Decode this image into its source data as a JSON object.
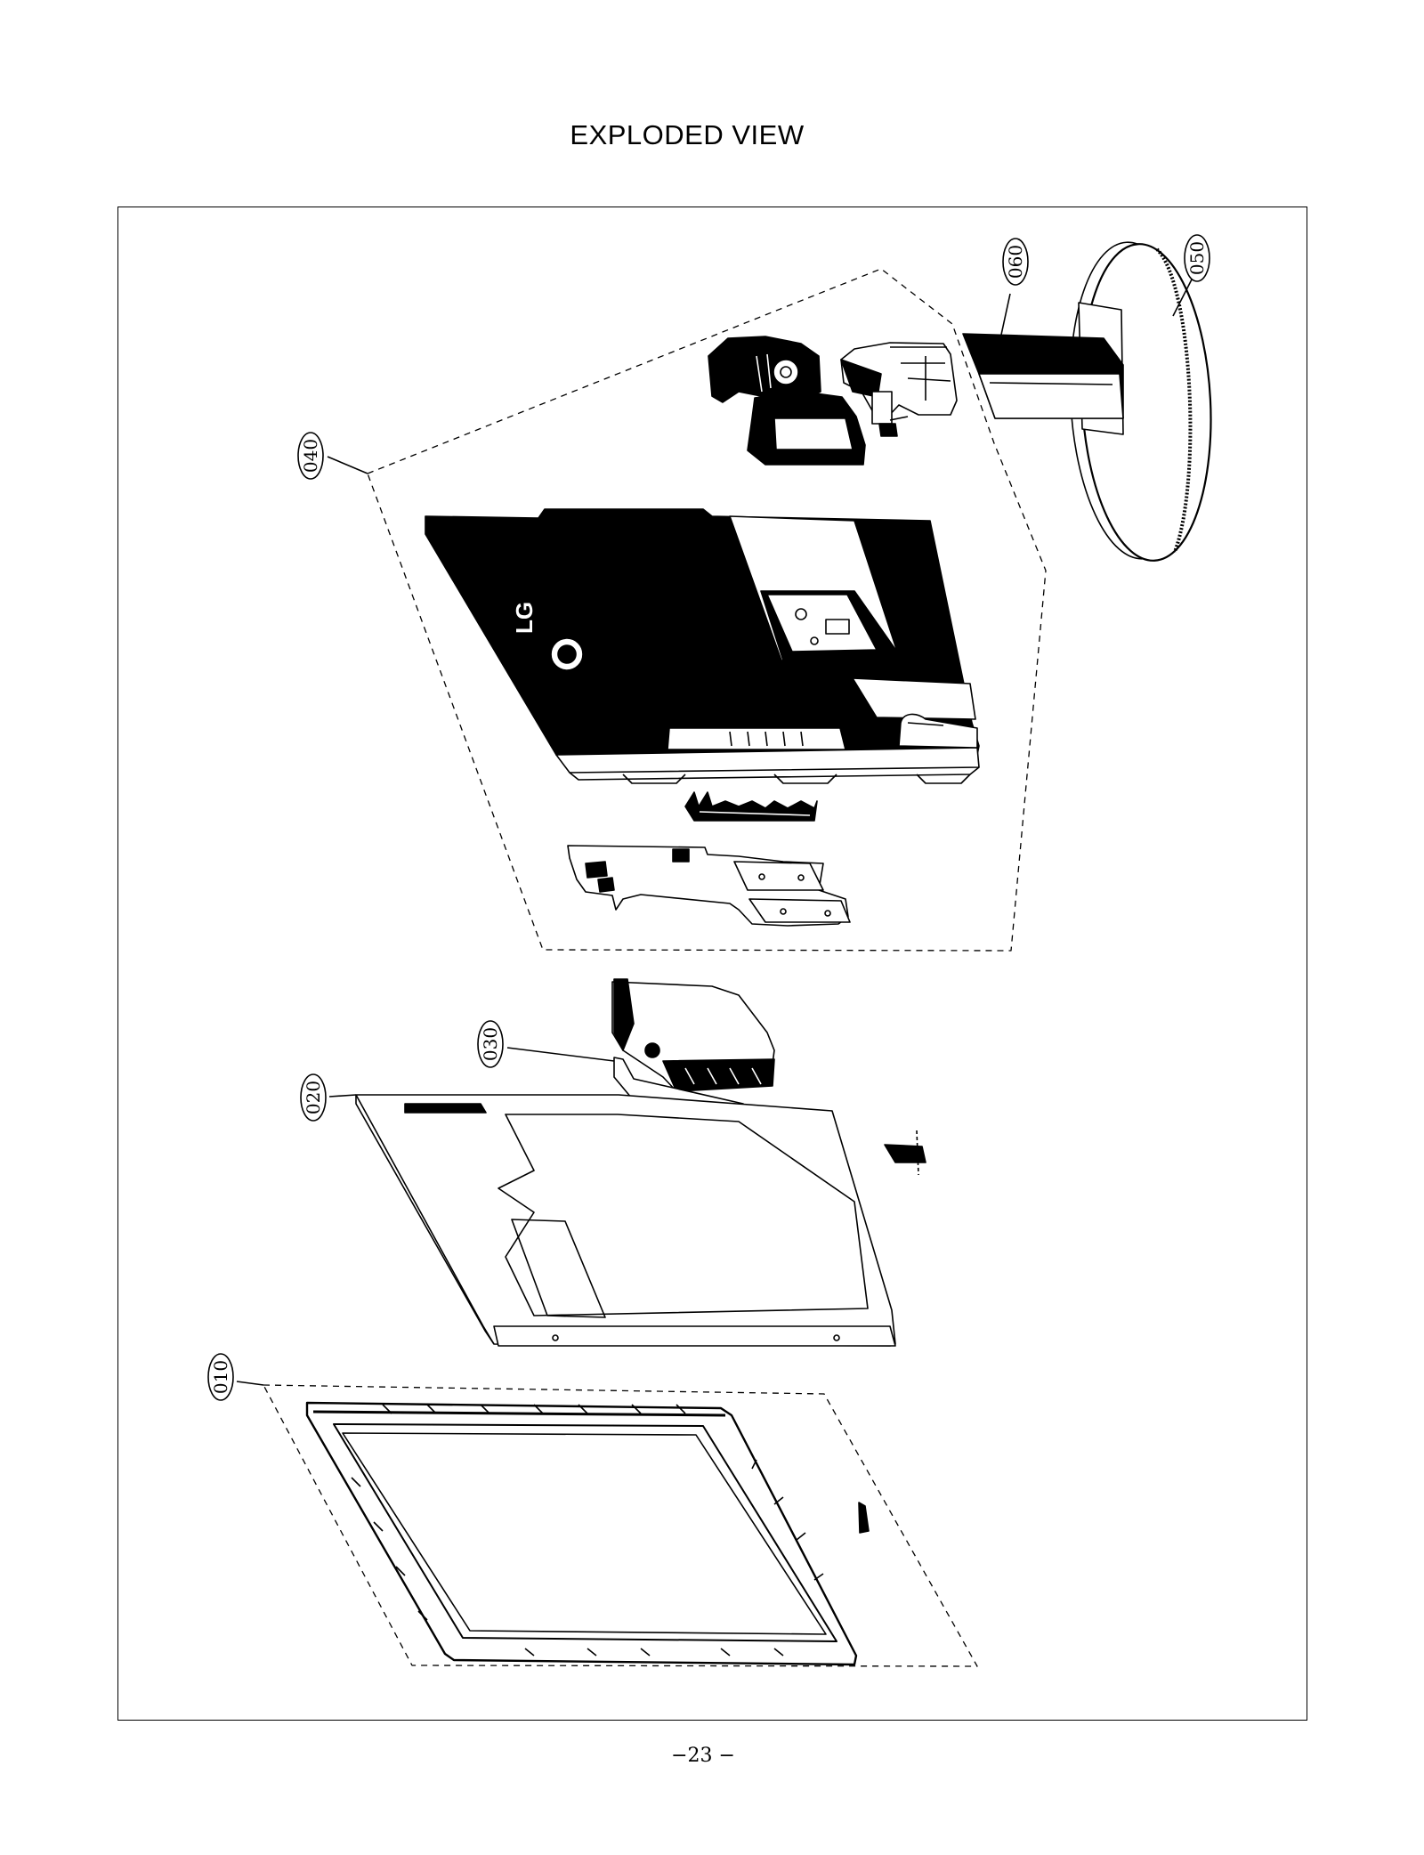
{
  "page": {
    "title": "EXPLODED VIEW",
    "page_number": "−23 −"
  },
  "callouts": [
    {
      "id": "010"
    },
    {
      "id": "020"
    },
    {
      "id": "030"
    },
    {
      "id": "040"
    },
    {
      "id": "050"
    },
    {
      "id": "060"
    }
  ],
  "logo_text": "LG",
  "colors": {
    "line": "#000000",
    "background": "#ffffff",
    "fill_dark": "#000000",
    "fill_light": "#ffffff"
  }
}
